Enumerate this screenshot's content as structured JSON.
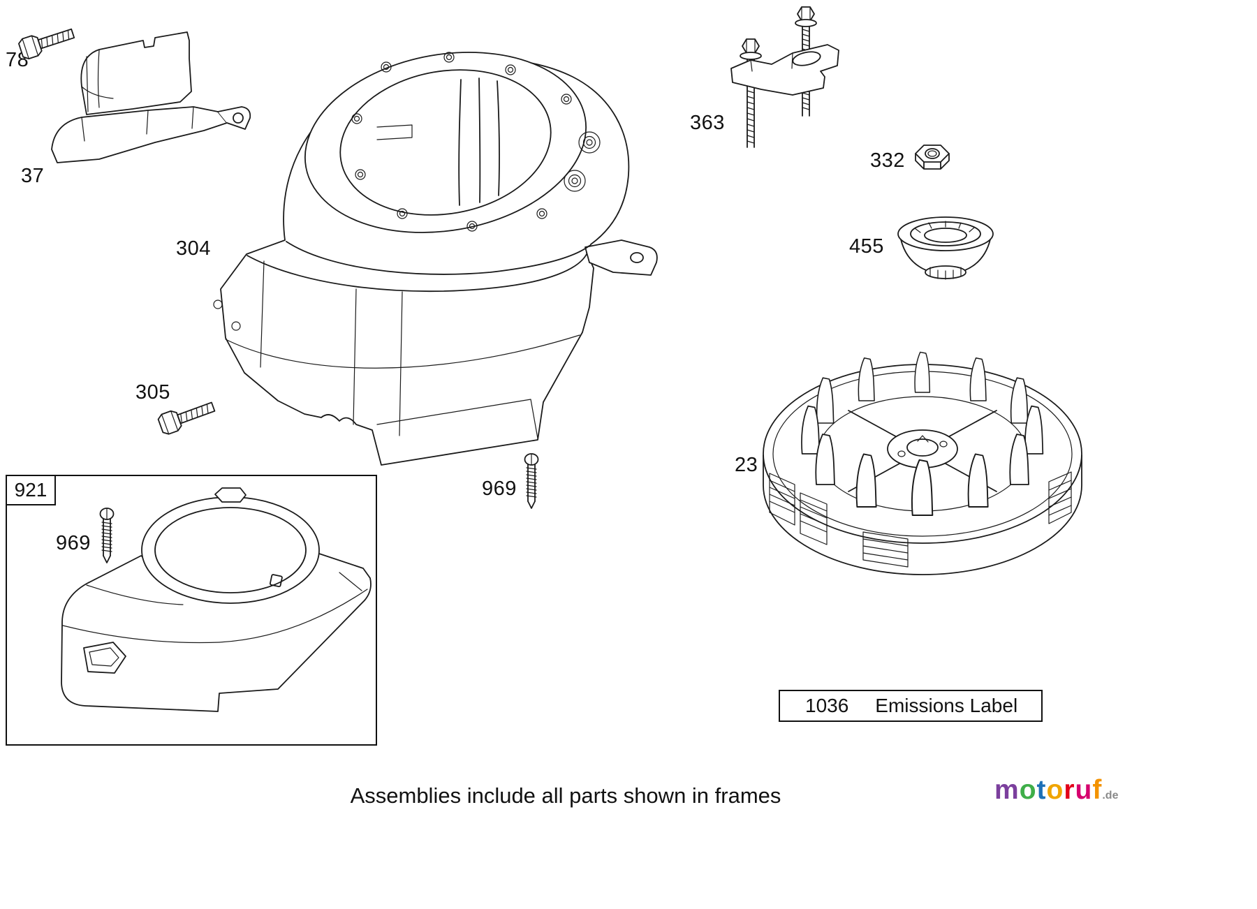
{
  "parts": {
    "bolt78": {
      "label": "78"
    },
    "guard37": {
      "label": "37"
    },
    "housing304": {
      "label": "304"
    },
    "bolt305": {
      "label": "305"
    },
    "puller363": {
      "label": "363"
    },
    "nut332": {
      "label": "332"
    },
    "cup455": {
      "label": "455"
    },
    "flywheel23": {
      "label": "23"
    },
    "screw969": {
      "label": "969"
    },
    "screw969frame": {
      "label": "969"
    },
    "frame921": {
      "label": "921"
    },
    "emissions": {
      "number": "1036",
      "label": "Emissions Label"
    }
  },
  "caption": "Assemblies include all parts shown in frames",
  "logo": {
    "letters": [
      {
        "ch": "m",
        "color": "#7b3f9d"
      },
      {
        "ch": "o",
        "color": "#3fae49"
      },
      {
        "ch": "t",
        "color": "#1d70b7"
      },
      {
        "ch": "o",
        "color": "#f0a500"
      },
      {
        "ch": "r",
        "color": "#e2001a"
      },
      {
        "ch": "u",
        "color": "#d6006e"
      },
      {
        "ch": "f",
        "color": "#f39200"
      }
    ],
    "suffix": ".de"
  },
  "colors": {
    "line": "#1a1a1a",
    "background": "#ffffff"
  }
}
